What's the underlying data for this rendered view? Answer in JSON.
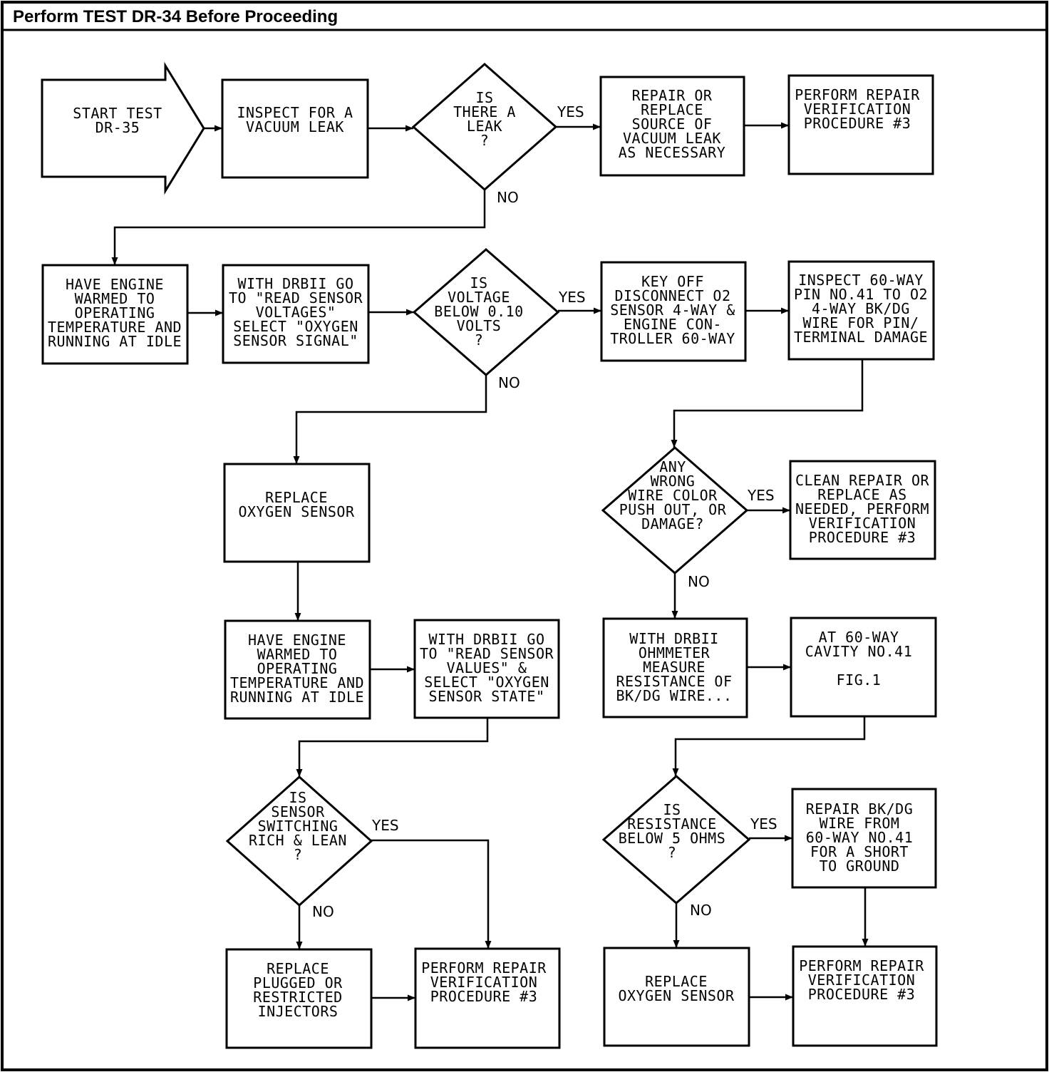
{
  "title": "Perform TEST DR-34 Before Proceeding",
  "nodes": {
    "start": [
      "START TEST",
      "DR-35"
    ],
    "inspect_vacuum": [
      "INSPECT FOR A",
      "VACUUM LEAK"
    ],
    "is_leak": [
      "IS",
      "THERE A",
      "LEAK",
      "?"
    ],
    "repair_vacuum": [
      "REPAIR OR",
      "REPLACE",
      "SOURCE OF",
      "VACUUM LEAK",
      "AS NECESSARY"
    ],
    "verify_1": [
      "PERFORM REPAIR",
      "VERIFICATION",
      "PROCEDURE #3"
    ],
    "warm_engine_1": [
      "HAVE ENGINE",
      "WARMED TO",
      "OPERATING",
      "TEMPERATURE AND",
      "RUNNING AT IDLE"
    ],
    "read_voltages": [
      "WITH DRBII GO",
      "TO \"READ SENSOR",
      "VOLTAGES\"",
      "SELECT \"OXYGEN",
      "SENSOR SIGNAL\""
    ],
    "is_voltage": [
      "IS",
      "VOLTAGE",
      "BELOW 0.10",
      "VOLTS",
      "?"
    ],
    "key_off": [
      "KEY OFF",
      "DISCONNECT O2",
      "SENSOR 4-WAY &",
      "ENGINE CON-",
      "TROLLER 60-WAY"
    ],
    "inspect_pin": [
      "INSPECT 60-WAY",
      "PIN NO.41 TO O2",
      "4-WAY BK/DG",
      "WIRE FOR PIN/",
      "TERMINAL DAMAGE"
    ],
    "replace_o2_1": [
      "REPLACE",
      "OXYGEN SENSOR"
    ],
    "any_wrong": [
      "ANY",
      "WRONG",
      "WIRE COLOR",
      "PUSH OUT, OR",
      "DAMAGE?"
    ],
    "clean_repair": [
      "CLEAN REPAIR OR",
      "REPLACE AS",
      "NEEDED, PERFORM",
      "VERIFICATION",
      "PROCEDURE #3"
    ],
    "warm_engine_2": [
      "HAVE ENGINE",
      "WARMED TO",
      "OPERATING",
      "TEMPERATURE AND",
      "RUNNING AT IDLE"
    ],
    "read_values": [
      "WITH DRBII GO",
      "TO \"READ SENSOR",
      "VALUES\" &",
      "SELECT \"OXYGEN",
      "SENSOR STATE\""
    ],
    "ohmmeter": [
      "WITH DRBII",
      "OHMMETER",
      "MEASURE",
      "RESISTANCE OF",
      "BK/DG WIRE..."
    ],
    "cavity": [
      "AT 60-WAY",
      "CAVITY NO.41",
      "",
      "FIG.1"
    ],
    "is_switching": [
      "IS",
      "SENSOR",
      "SWITCHING",
      "RICH & LEAN",
      "?"
    ],
    "is_resistance": [
      "IS",
      "RESISTANCE",
      "BELOW 5 OHMS",
      "?"
    ],
    "repair_bkdg": [
      "REPAIR BK/DG",
      "WIRE FROM",
      "60-WAY NO.41",
      "FOR A SHORT",
      "TO GROUND"
    ],
    "replace_injectors": [
      "REPLACE",
      "PLUGGED OR",
      "RESTRICTED",
      "INJECTORS"
    ],
    "verify_2": [
      "PERFORM REPAIR",
      "VERIFICATION",
      "PROCEDURE #3"
    ],
    "replace_o2_2": [
      "REPLACE",
      "OXYGEN SENSOR"
    ],
    "verify_3": [
      "PERFORM REPAIR",
      "VERIFICATION",
      "PROCEDURE #3"
    ]
  },
  "labels": {
    "yes": "YES",
    "no": "NO"
  }
}
